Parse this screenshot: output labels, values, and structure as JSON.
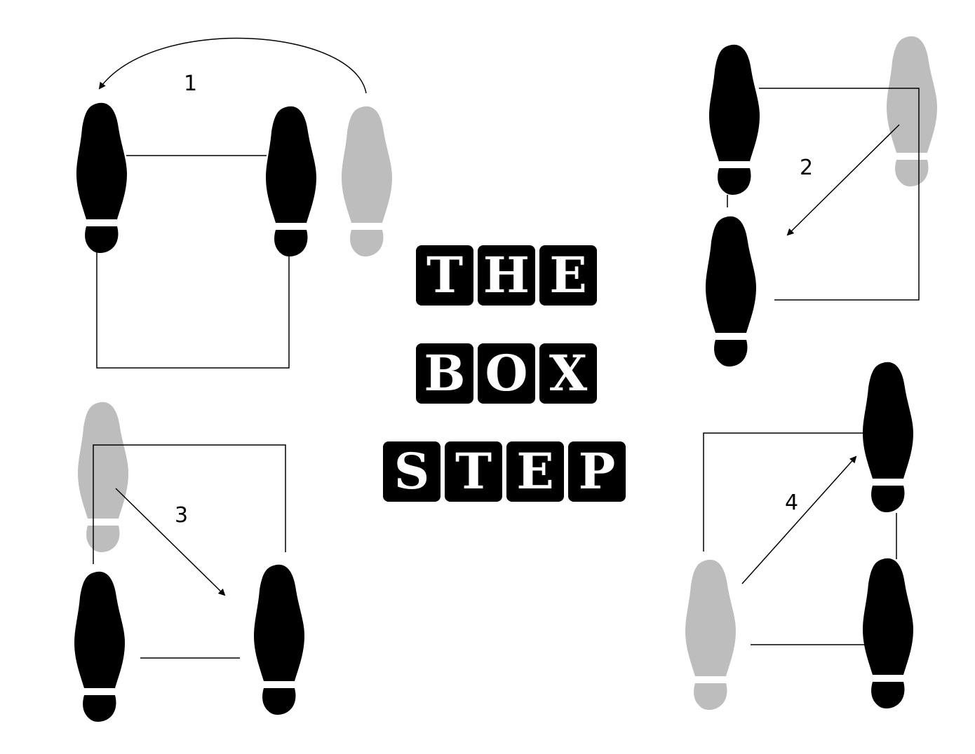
{
  "title": {
    "line1": [
      "T",
      "H",
      "E"
    ],
    "line2": [
      "B",
      "O",
      "X"
    ],
    "line3": [
      "S",
      "T",
      "E",
      "P"
    ]
  },
  "steps": [
    {
      "label": "1"
    },
    {
      "label": "2"
    },
    {
      "label": "3"
    },
    {
      "label": "4"
    }
  ],
  "colors": {
    "active_foot": "#000000",
    "previous_foot": "#bdbdbd",
    "background": "#ffffff",
    "tile": "#000000",
    "tile_text": "#ffffff"
  }
}
